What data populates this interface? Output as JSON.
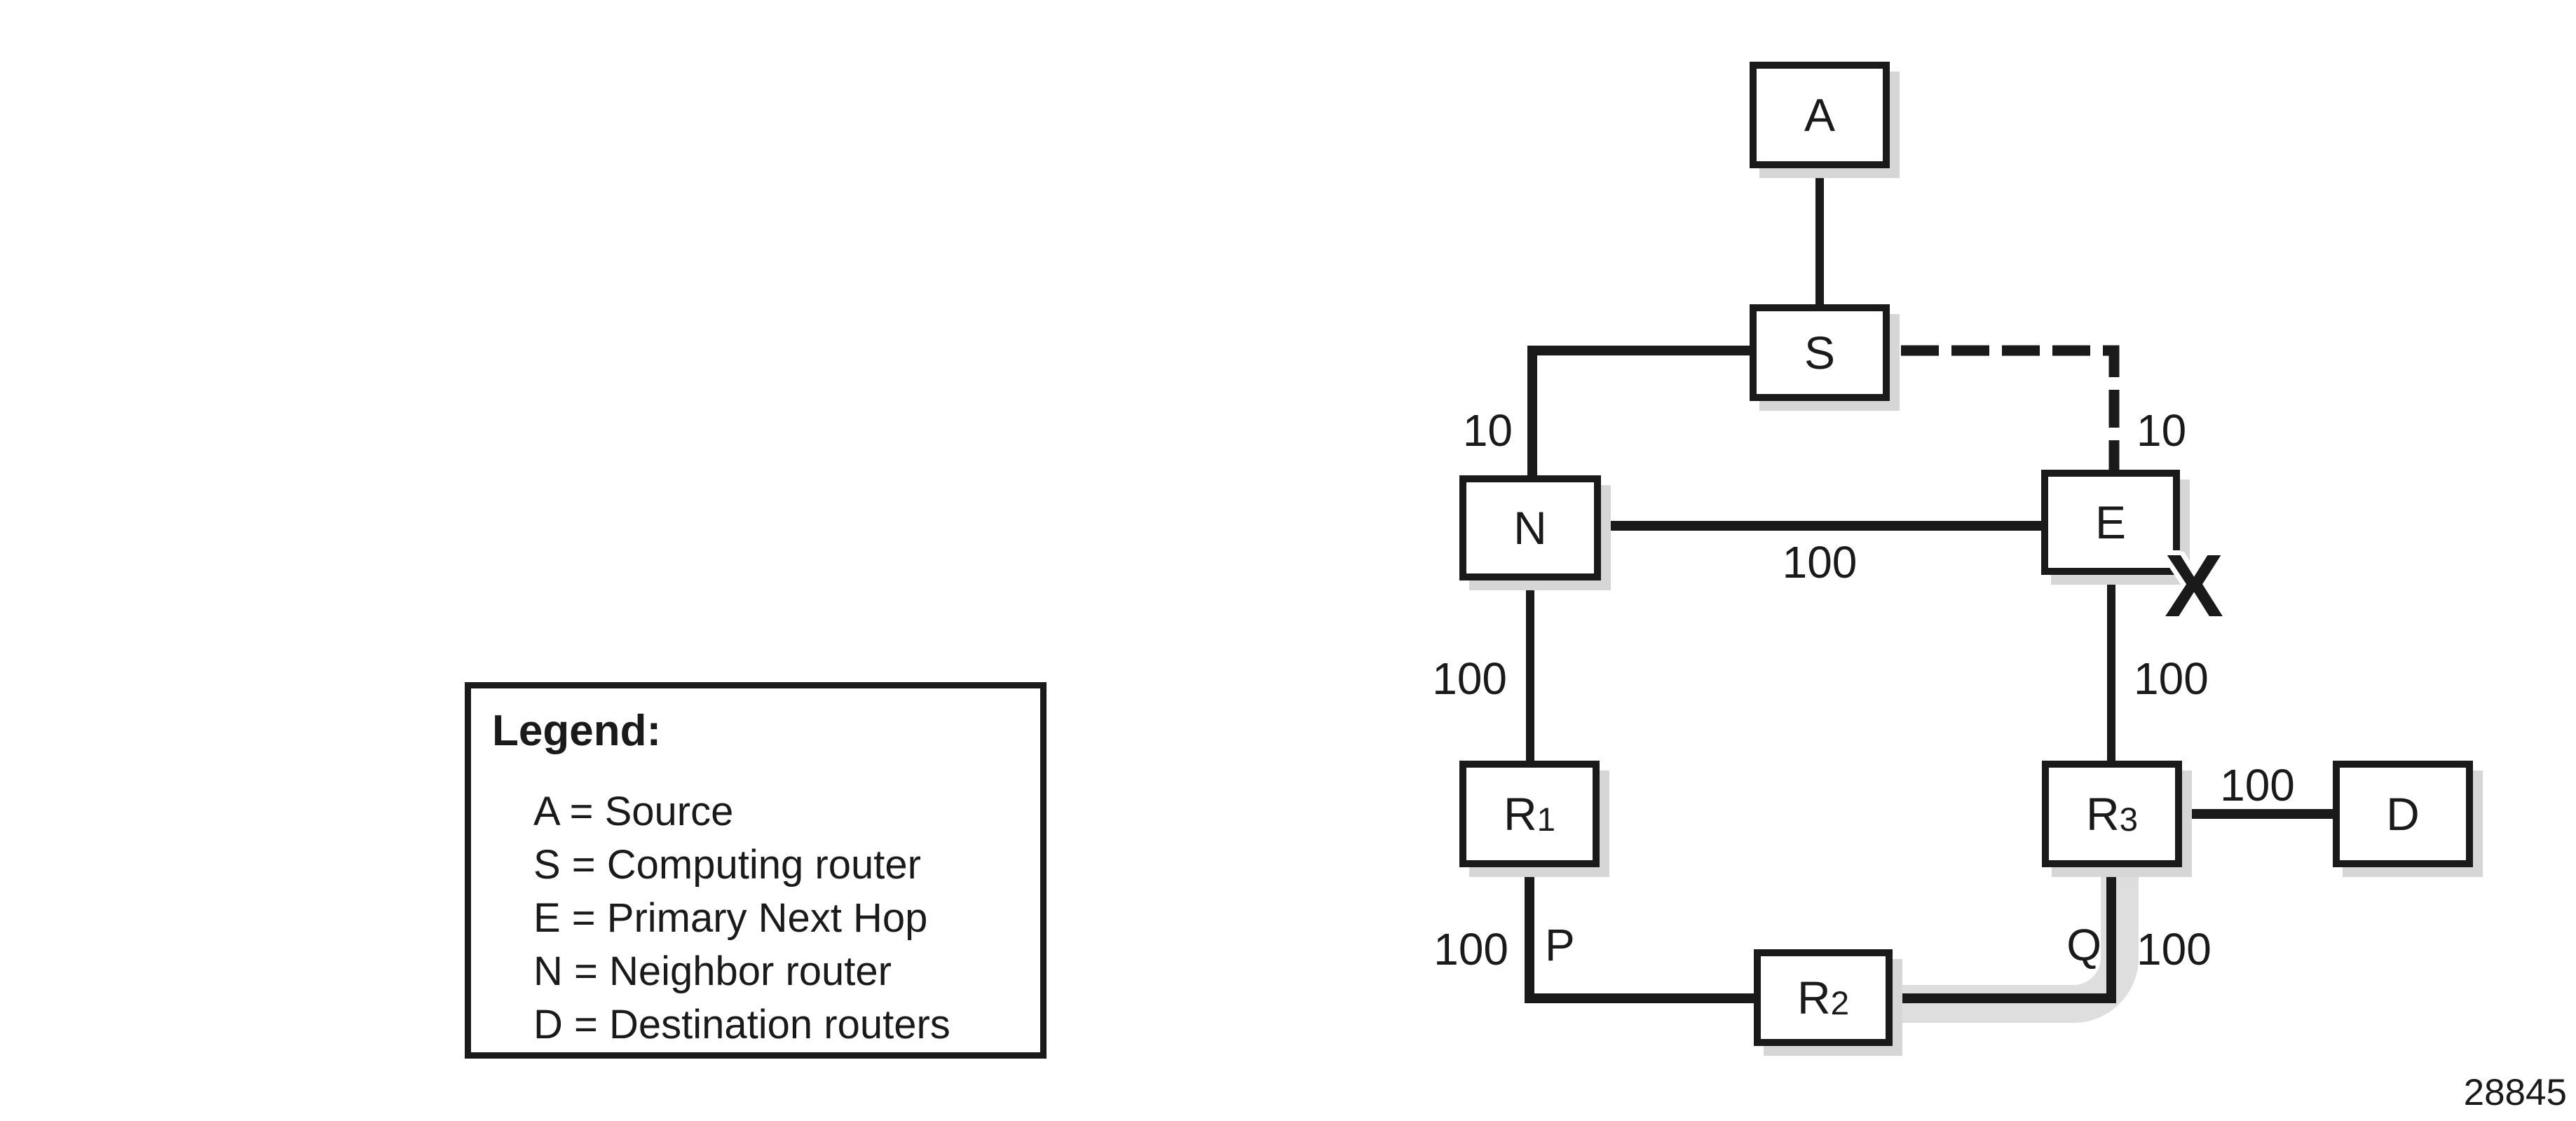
{
  "figure": {
    "number": "28845",
    "background_color": "#ffffff",
    "line_color": "#1a1a1a",
    "highlight_color": "#dedede",
    "shadow_color": "#d6d6d6"
  },
  "nodes": {
    "A": {
      "label": "A"
    },
    "S": {
      "label": "S"
    },
    "N": {
      "label": "N"
    },
    "E": {
      "label": "E"
    },
    "R1": {
      "base": "R",
      "sub": "1"
    },
    "R2": {
      "base": "R",
      "sub": "2"
    },
    "R3": {
      "base": "R",
      "sub": "3"
    },
    "D": {
      "label": "D"
    }
  },
  "links": {
    "s_to_n": {
      "cost": "10",
      "style": "solid"
    },
    "s_to_e": {
      "cost": "10",
      "style": "dashed"
    },
    "n_to_e": {
      "cost": "100",
      "style": "solid"
    },
    "n_to_r1": {
      "cost": "100",
      "style": "solid"
    },
    "e_to_r3": {
      "cost": "100",
      "style": "solid"
    },
    "r1_to_r2": {
      "cost": "100",
      "junction_label": "P",
      "style": "solid"
    },
    "r2_to_r3": {
      "cost": "100",
      "junction_label": "Q",
      "style": "solid",
      "highlighted": true
    },
    "r3_to_d": {
      "cost": "100",
      "style": "solid"
    }
  },
  "marks": {
    "failure_x": "X"
  },
  "legend": {
    "title": "Legend:",
    "items": [
      "A = Source",
      "S = Computing router",
      "E = Primary Next Hop",
      "N = Neighbor router",
      "D = Destination routers"
    ]
  }
}
